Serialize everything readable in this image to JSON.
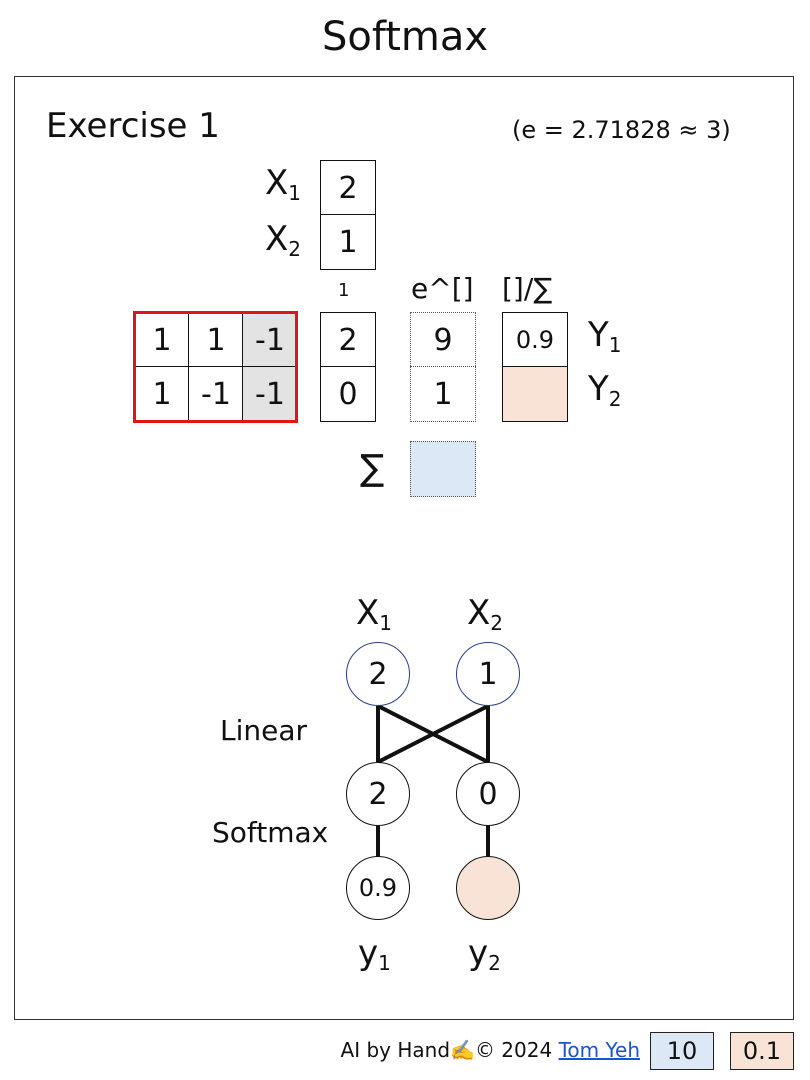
{
  "title": "Softmax",
  "exercise": {
    "heading": "Exercise 1",
    "e_hint": "(e = 2.71828 ≈ 3)"
  },
  "inputs": {
    "x1_label": "X",
    "x1_sub": "1",
    "x1_value": "2",
    "x2_label": "X",
    "x2_sub": "2",
    "x2_value": "1",
    "bias_row_value": "1"
  },
  "weights": [
    [
      "1",
      "1",
      "-1"
    ],
    [
      "1",
      "-1",
      "-1"
    ]
  ],
  "linear_out": [
    "2",
    "0"
  ],
  "exp_header": "e^[]",
  "exp_values": [
    "9",
    "1"
  ],
  "div_header": "[]/∑",
  "softmax_values": [
    "0.9",
    ""
  ],
  "outputs": {
    "y_label": "Y",
    "y1_sub": "1",
    "y2_sub": "2"
  },
  "sum_symbol": "∑",
  "sum_value": "",
  "network": {
    "x1_label": "X",
    "x1_sub": "1",
    "x2_label": "X",
    "x2_sub": "2",
    "input_nodes": [
      "2",
      "1"
    ],
    "linear_label": "Linear",
    "hidden_nodes": [
      "2",
      "0"
    ],
    "softmax_label": "Softmax",
    "output_nodes": [
      "0.9",
      ""
    ],
    "y_label": "y",
    "y1_sub": "1",
    "y2_sub": "2"
  },
  "footer": {
    "text": "AI by Hand✍️© 2024 ",
    "author_link": "Tom Yeh"
  },
  "answer_badges": [
    "10",
    "0.1"
  ],
  "colors": {
    "sum_fill": "#dde8f6",
    "output_fill": "#f9e3d6",
    "weight_highlight": "#e3e3e3",
    "matrix_border": "#e01515",
    "link": "#1a56c9"
  }
}
